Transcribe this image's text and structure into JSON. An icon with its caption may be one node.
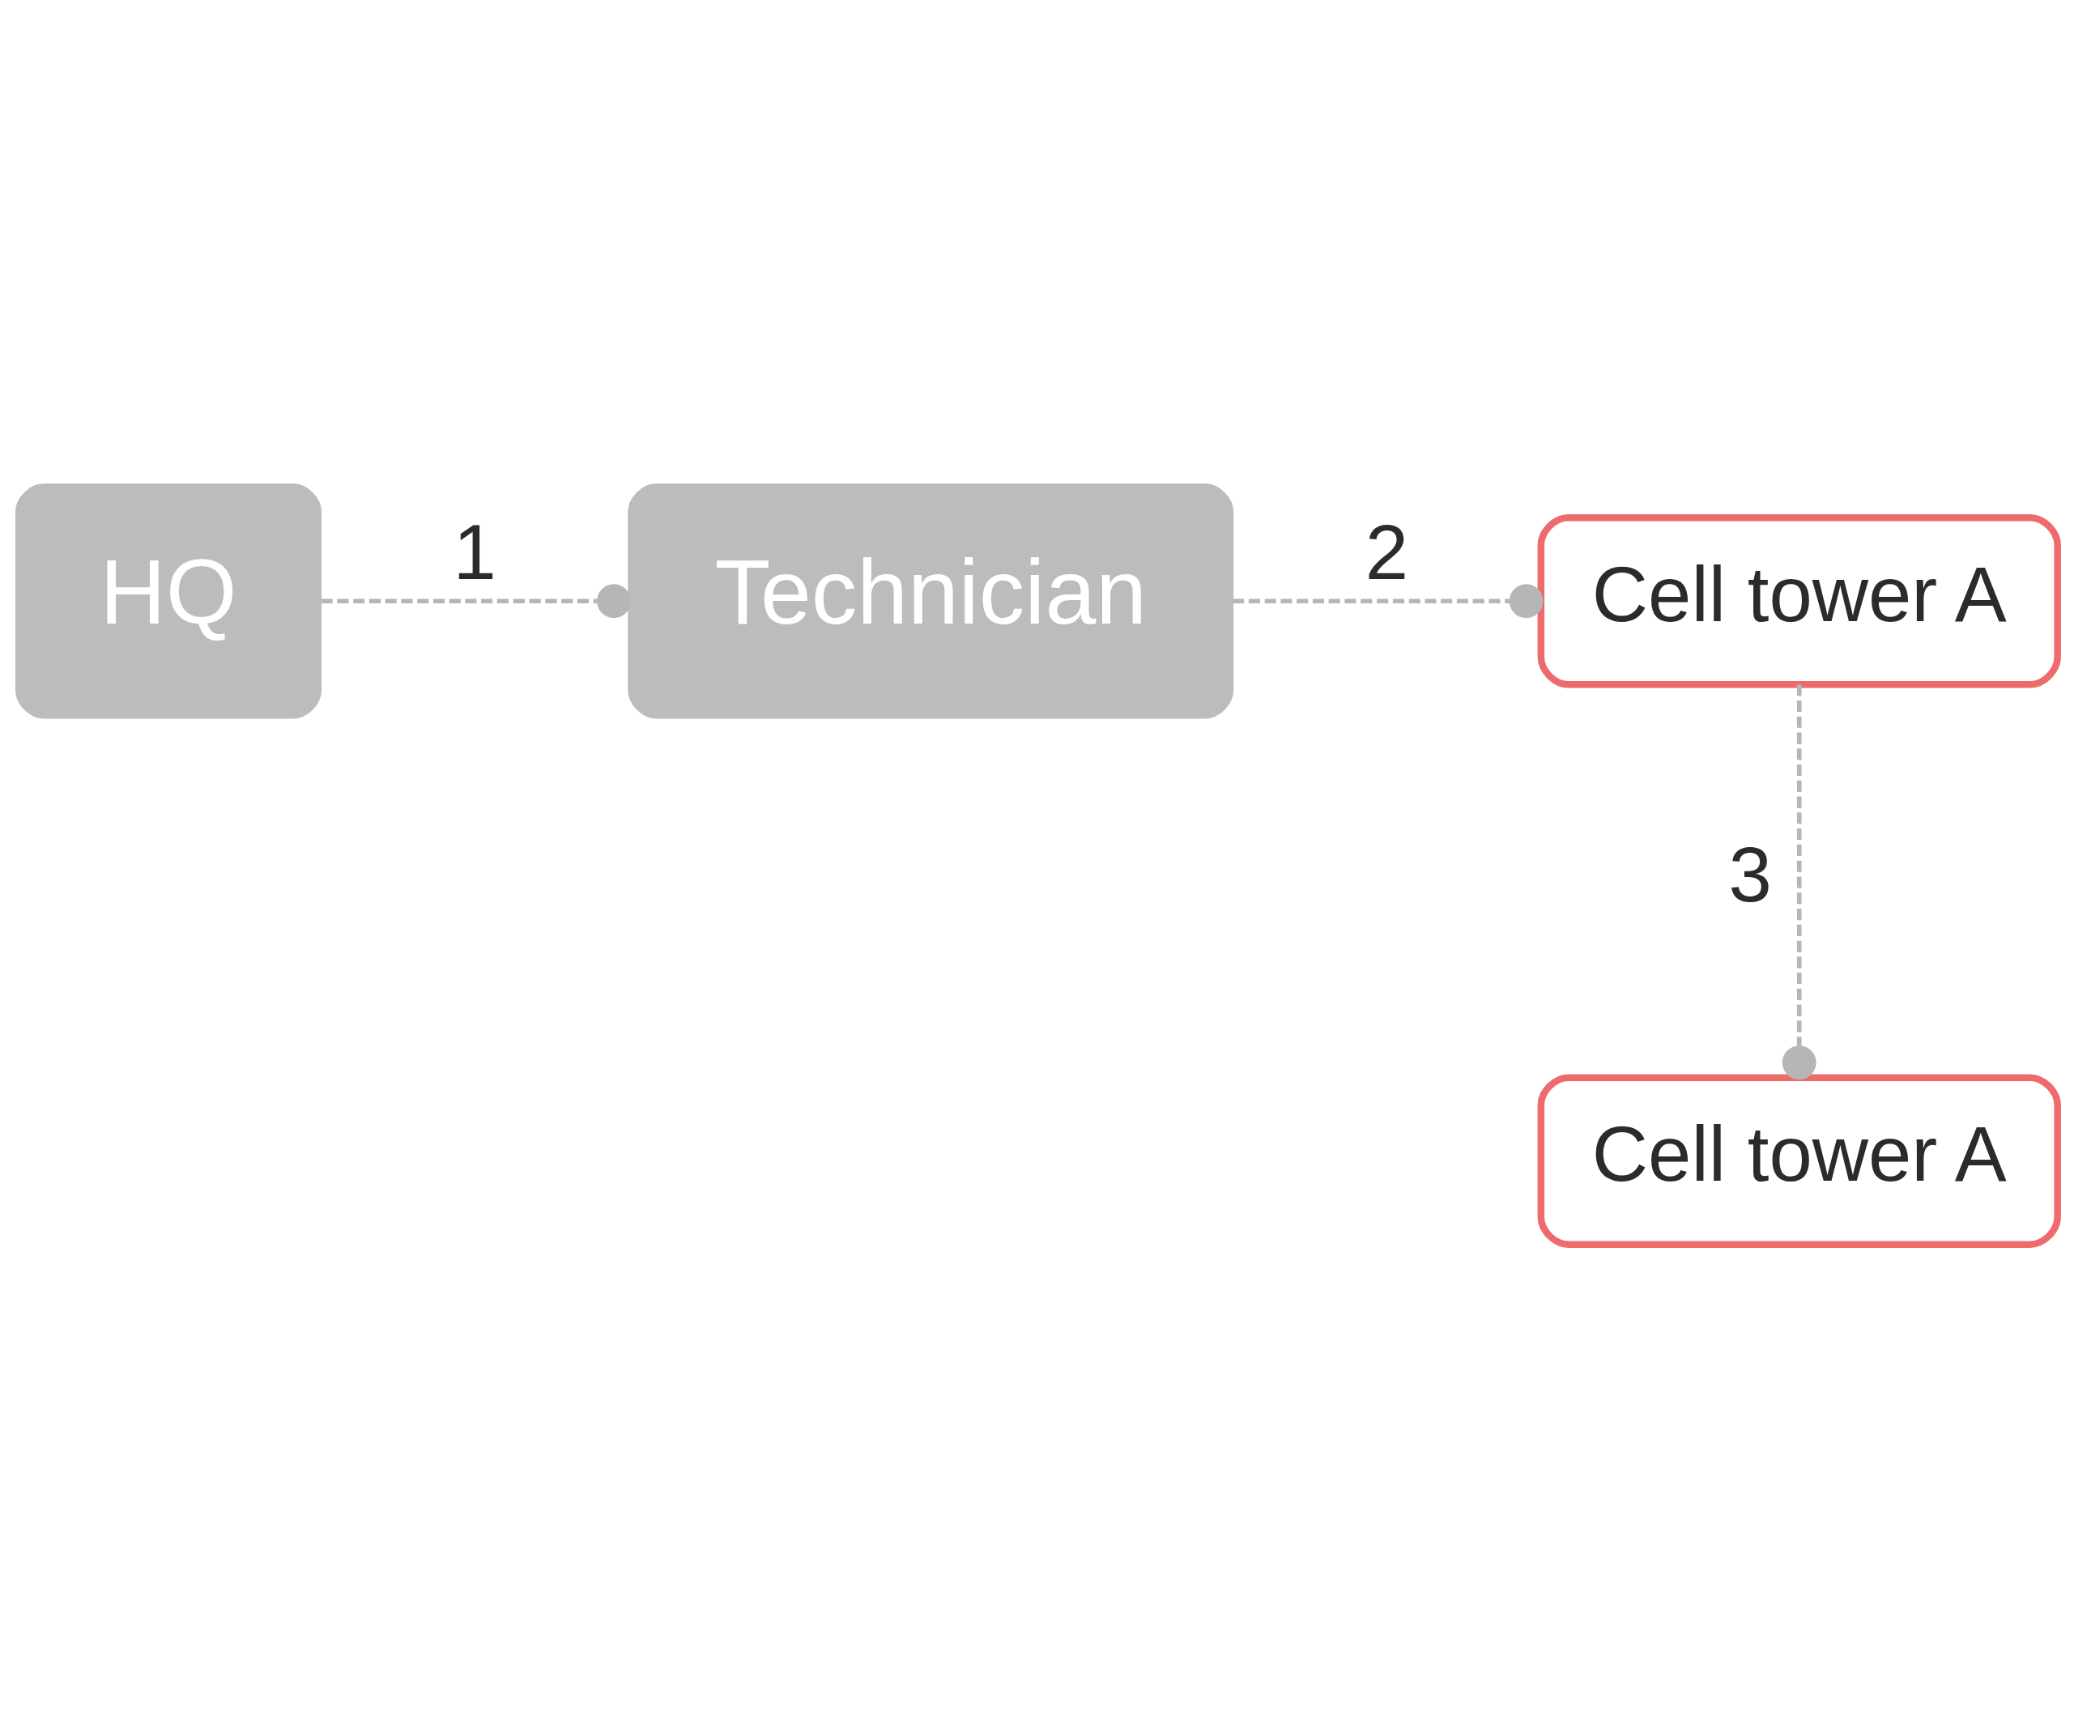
{
  "diagram": {
    "nodes": [
      {
        "text": [
          "HQ"
        ]
      },
      {
        "text": [
          "Technician"
        ]
      },
      {
        "text": [
          "Cell tower A"
        ]
      },
      {
        "text": [
          "Cell tower A"
        ]
      }
    ],
    "edges": [
      {
        "from": 0,
        "to": 1,
        "arrow": "other",
        "label": "1",
        "style": "dashed"
      },
      {
        "from": 1,
        "to": 2,
        "arrow": "other",
        "label": "2",
        "style": "dashed"
      },
      {
        "from": 2,
        "to": 3,
        "arrow": "other",
        "label": "3",
        "style": "dashed"
      }
    ]
  }
}
